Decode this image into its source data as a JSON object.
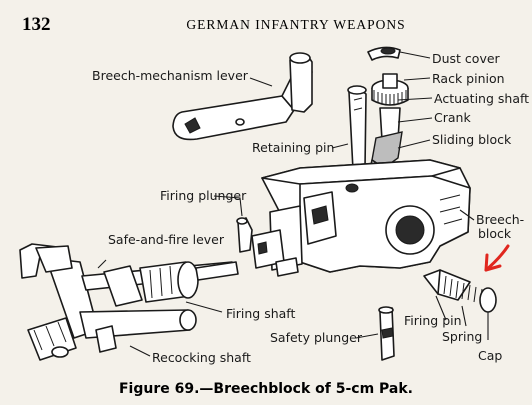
{
  "page_number": "132",
  "running_header": "GERMAN INFANTRY WEAPONS",
  "caption": "Figure 69.—Breechblock of 5-cm Pak.",
  "labels": {
    "dust_cover": "Dust cover",
    "rack_pinion": "Rack pinion",
    "actuating_shaft": "Actuating shaft",
    "crank": "Crank",
    "sliding_block": "Sliding block",
    "breech_mechanism_lever": "Breech-mechanism lever",
    "retaining_pin": "Retaining pin",
    "firing_plunger": "Firing plunger",
    "breechblock_line1": "Breech-",
    "breechblock_line2": "block",
    "safe_and_fire_lever": "Safe-and-fire lever",
    "firing_shaft": "Firing shaft",
    "firing_pin": "Firing pin",
    "spring": "Spring",
    "cap": "Cap",
    "safety_plunger": "Safety plunger",
    "recocking_shaft": "Recocking shaft"
  },
  "colors": {
    "annotation_arrow": "#e0271f",
    "ink": "#1a1a1a",
    "paper": "#f4f1ea"
  }
}
